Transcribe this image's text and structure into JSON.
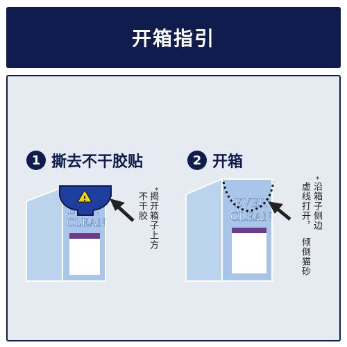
{
  "header": {
    "title": "开箱指引"
  },
  "steps": [
    {
      "number": "1",
      "label": "撕去不干胶贴",
      "note_col1": "揭开箱子上方",
      "note_col2": "不干胶"
    },
    {
      "number": "2",
      "label": "开箱",
      "note_col1": "沿箱子侧边",
      "note_col2": "虚线打开，",
      "note_col3": "倾倒猫砂"
    }
  ],
  "note_marker": "*",
  "brand": {
    "line1": "EVER",
    "line2": "CLEAN"
  },
  "colors": {
    "navy": "#0f1c4d",
    "box_light": "#bcd3ee",
    "box_front": "#a9c6ea",
    "purple": "#6a3c8a",
    "panel_bg": "#e6eaf1"
  },
  "icons": [
    "warning-icon",
    "arrow-icon"
  ]
}
